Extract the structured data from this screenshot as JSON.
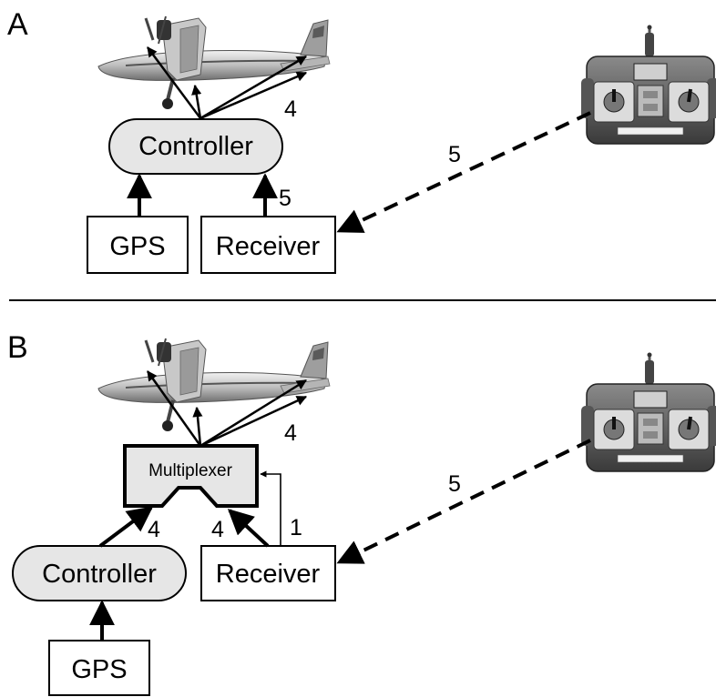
{
  "panels": {
    "a": {
      "letter": "A",
      "controller_label": "Controller",
      "gps_label": "GPS",
      "receiver_label": "Receiver",
      "label_airplane_channels": "4",
      "label_receiver_to_controller": "5",
      "label_radio_link": "5"
    },
    "b": {
      "letter": "B",
      "multiplexer_label": "Multiplexer",
      "controller_label": "Controller",
      "gps_label": "GPS",
      "receiver_label": "Receiver",
      "label_airplane_channels": "4",
      "label_controller_to_mux": "4",
      "label_receiver_to_mux": "4",
      "label_switch_channel": "1",
      "label_radio_link": "5"
    }
  },
  "colors": {
    "module_fill": "#e6e6e6",
    "stroke": "#000000",
    "background": "#ffffff"
  },
  "icons": [
    "airplane-image",
    "radio-transmitter-image"
  ]
}
